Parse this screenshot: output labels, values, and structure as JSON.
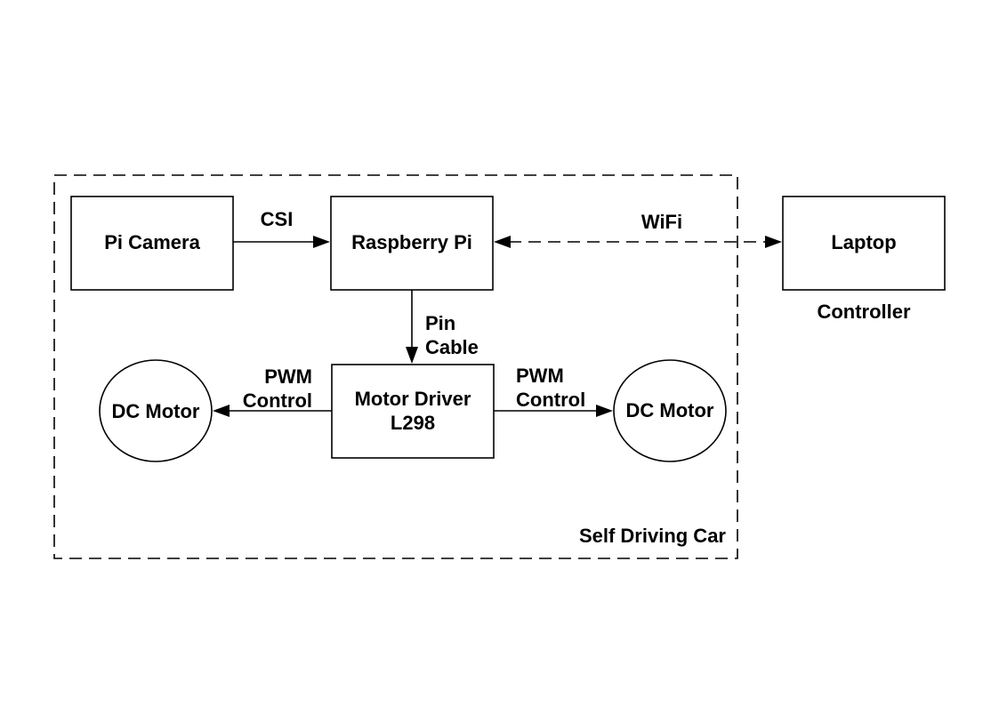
{
  "diagram": {
    "nodes": {
      "pi_camera": {
        "label": "Pi Camera"
      },
      "raspberry_pi": {
        "label": "Raspberry Pi"
      },
      "laptop": {
        "label": "Laptop"
      },
      "motor_driver": {
        "line1": "Motor Driver",
        "line2": "L298"
      },
      "dc_motor_left": {
        "label": "DC Motor"
      },
      "dc_motor_right": {
        "label": "DC Motor"
      }
    },
    "edges": {
      "csi": {
        "label": "CSI"
      },
      "wifi": {
        "label": "WiFi"
      },
      "pin_cable": {
        "line1": "Pin",
        "line2": "Cable"
      },
      "pwm_left": {
        "line1": "PWM",
        "line2": "Control"
      },
      "pwm_right": {
        "line1": "PWM",
        "line2": "Control"
      }
    },
    "groups": {
      "self_driving_car": {
        "label": "Self Driving Car"
      },
      "controller": {
        "label": "Controller"
      }
    }
  }
}
